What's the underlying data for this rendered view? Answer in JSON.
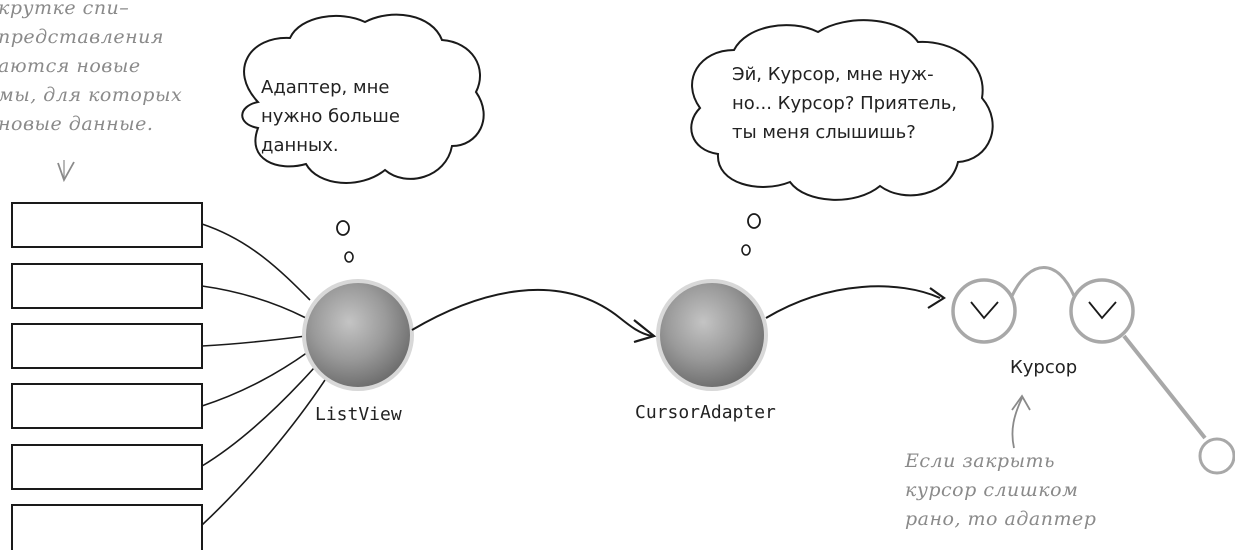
{
  "top_left_note": "крутке спи–\nпредставления\nаются новые\nмы, для которых\nновые данные.",
  "listview_bubble": "Адаптер, мне\nнужно больше\nданных.",
  "adapter_bubble": "Эй, Курсор, мне нуж-\nно... Курсор? Приятель,\nты меня слышишь?",
  "listview_label": "ListView",
  "adapter_label": "CursorAdapter",
  "cursor_label": "Курсор",
  "bottom_note": "Если закрыть\nкурсор слишком\nрано, то адаптер",
  "list_item_count": 6,
  "colors": {
    "note_gray": "#8a8a8a",
    "ink": "#1a1a1a",
    "sphere": "#8c8c8c"
  },
  "icons": [
    "down-arrow-icon",
    "up-arrow-icon",
    "arrow-icon",
    "glasses-icon",
    "sphere-icon"
  ]
}
